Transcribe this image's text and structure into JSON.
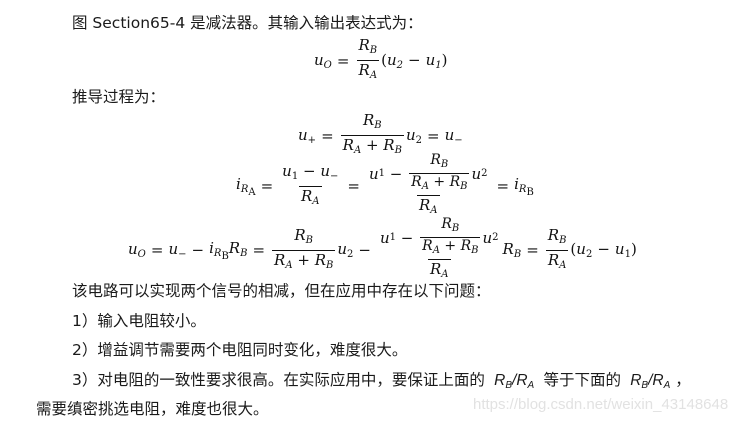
{
  "paragraphs": {
    "intro": "图 Section65-4 是减法器。其输入输出表达式为：",
    "derivation_label": "推导过程为：",
    "summary": "该电路可以实现两个信号的相减，但在应用中存在以下问题：",
    "issue1": "1）输入电阻较小。",
    "issue2": "2）增益调节需要两个电阻同时变化，难度很大。",
    "issue3_part1": "3）对电阻的一致性要求很高。在实际应用中，要保证上面的",
    "issue3_mid": "等于下面的",
    "issue3_end": "，",
    "issue3_line2": "需要缜密挑选电阻，难度也很大。"
  },
  "ratio": {
    "R": "R",
    "B": "B",
    "slash": "/",
    "A": "A"
  },
  "equations": {
    "main": "u_O = (R_B / R_A)(u_2 − u_1)",
    "eq1": "u_+ = R_B/(R_A+R_B) · u_2 = u_−",
    "eq2": "i_{R_A} = (u_1 − u_−)/R_A = (u_1 − R_B/(R_A+R_B)·u_2)/R_A = i_{R_B}",
    "eq3": "u_O = u_− − i_{R_B}R_B = R_B/(R_A+R_B)·u_2 − (u_1 − R_B/(R_A+R_B)·u_2)/R_A·R_B = (R_B/R_A)(u_2 − u_1)"
  },
  "watermark": "https://blog.csdn.net/weixin_43148648"
}
